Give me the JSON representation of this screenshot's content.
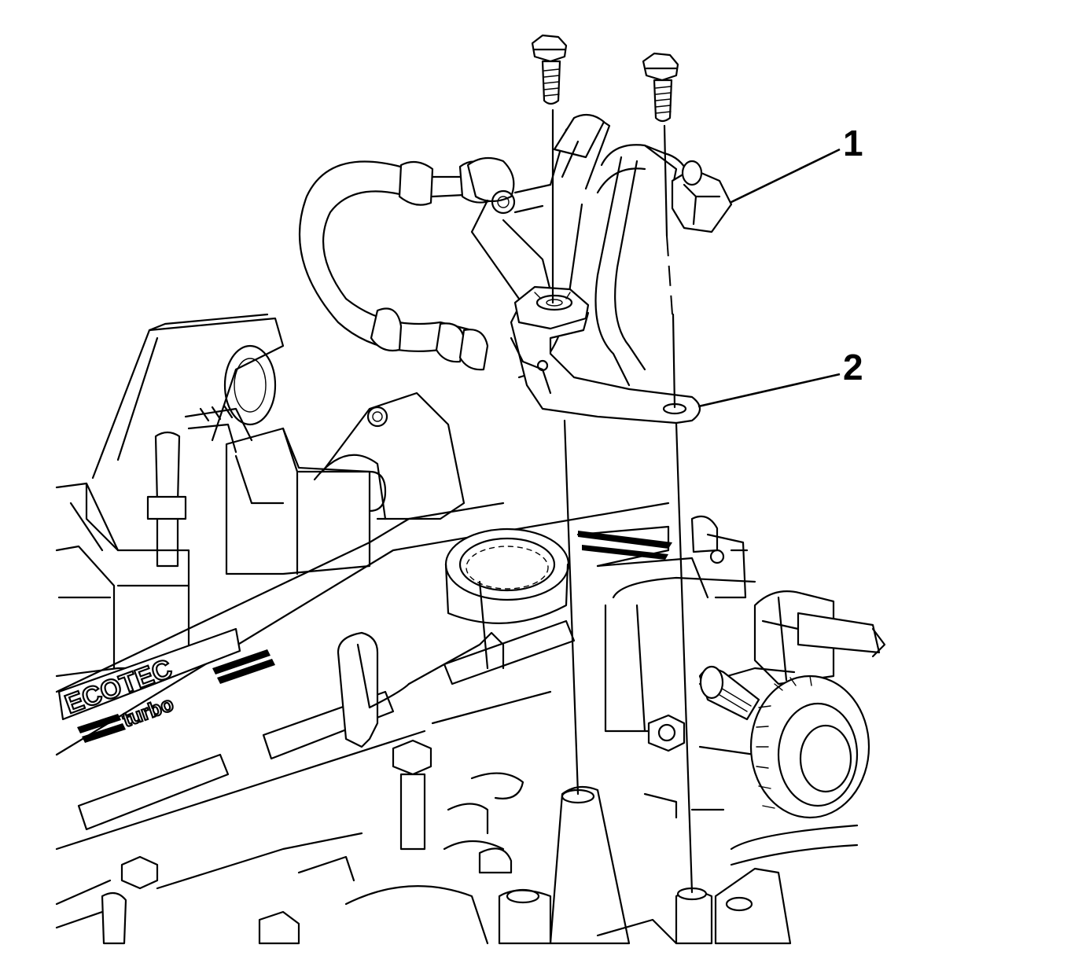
{
  "callouts": [
    {
      "label": "1",
      "target": "fuel-pipe-fitting"
    },
    {
      "label": "2",
      "target": "fuel-pipe-bracket"
    }
  ],
  "engine_cover": {
    "brand": "ECOTEC",
    "badge": "turbo"
  },
  "colors": {
    "line": "#000000",
    "background": "#ffffff"
  }
}
